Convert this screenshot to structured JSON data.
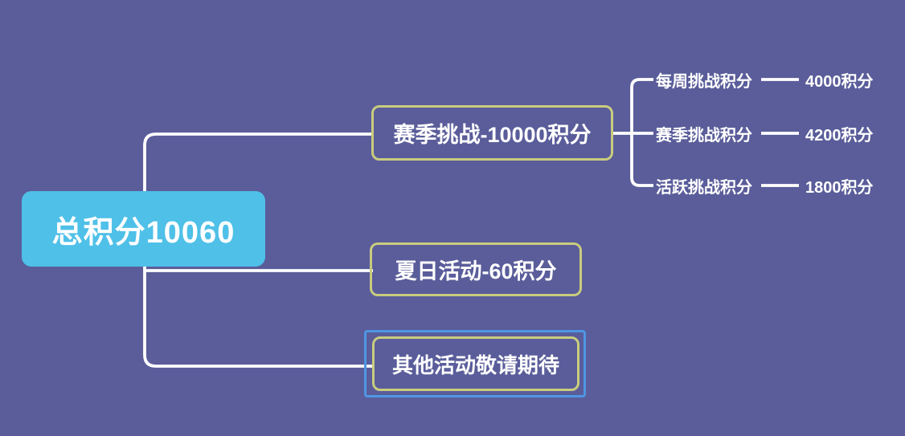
{
  "colors": {
    "background": "#5a5d9a",
    "root_fill": "#4fc0e8",
    "branch_border": "#c9cc7d",
    "selection_border": "#4e96e3",
    "connector_line": "#ffffff",
    "text": "#ffffff"
  },
  "chart_data": {
    "type": "table",
    "title": "总积分10060",
    "categories": [
      "每周挑战积分",
      "赛季挑战积分",
      "活跃挑战积分"
    ],
    "values": [
      4000,
      4200,
      1800
    ]
  },
  "root": {
    "label": "总积分10060"
  },
  "branches": [
    {
      "label": "赛季挑战-10000积分",
      "selected": false,
      "children": [
        {
          "label": "每周挑战积分",
          "value": "4000积分"
        },
        {
          "label": "赛季挑战积分",
          "value": "4200积分"
        },
        {
          "label": "活跃挑战积分",
          "value": "1800积分"
        }
      ]
    },
    {
      "label": "夏日活动-60积分",
      "selected": false,
      "children": []
    },
    {
      "label": "其他活动敬请期待",
      "selected": true,
      "children": []
    }
  ]
}
